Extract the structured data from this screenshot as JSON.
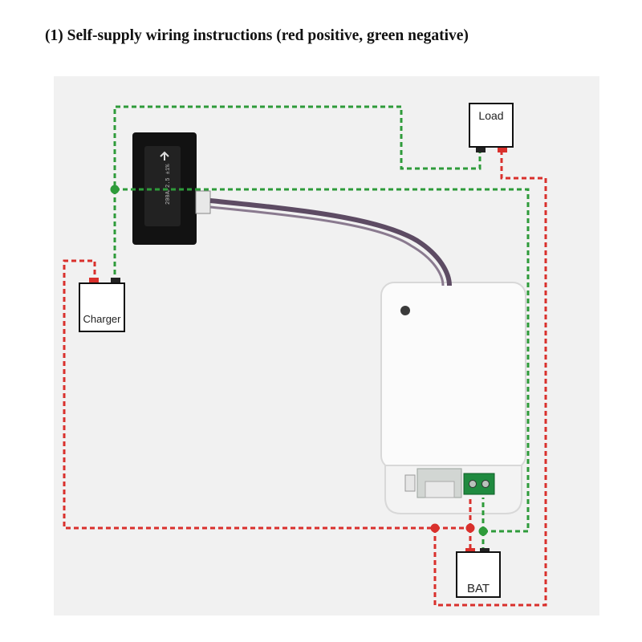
{
  "title": "(1) Self-supply wiring instructions (red positive, green negative)",
  "labels": {
    "load": "Load",
    "charger": "Charger",
    "bat": "BAT"
  },
  "shunt_marking": "200A/2.5 ±1%",
  "colors": {
    "positive": "#d9302c",
    "negative": "#2e9b3a",
    "module": "#fbfbfb",
    "shunt": "#121212",
    "cable": "#5d4b63"
  },
  "legend": {
    "positive": "red",
    "negative": "green"
  }
}
